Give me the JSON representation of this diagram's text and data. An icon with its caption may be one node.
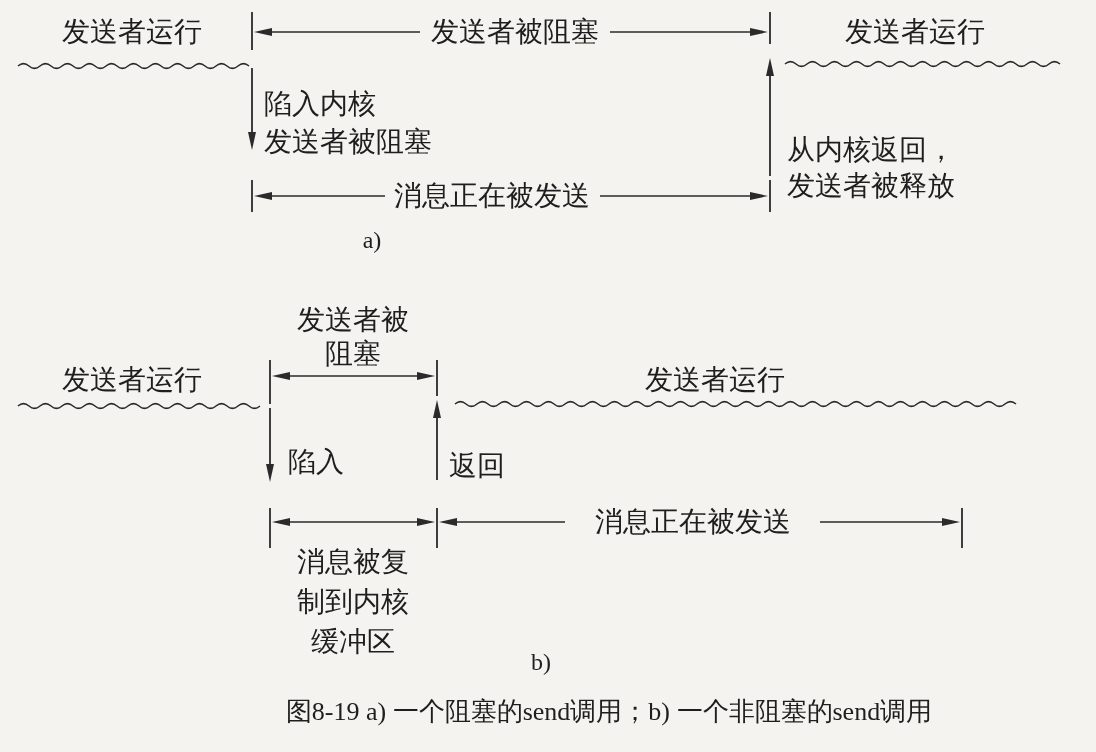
{
  "diagram": {
    "caption": "图8-19 a) 一个阻塞的send调用；b) 一个非阻塞的send调用",
    "labels": [
      "发送者运行",
      "发送者被阻塞",
      "发送者运行",
      "陷入内核",
      "发送者被阻塞",
      "从内核返回，发送者被释放",
      "消息正在被发送",
      "a)",
      "发送者被阻塞",
      "发送者运行",
      "发送者运行",
      "陷入",
      "返回",
      "消息正在被发送",
      "消息被复制到内核缓冲区",
      "b)"
    ]
  }
}
